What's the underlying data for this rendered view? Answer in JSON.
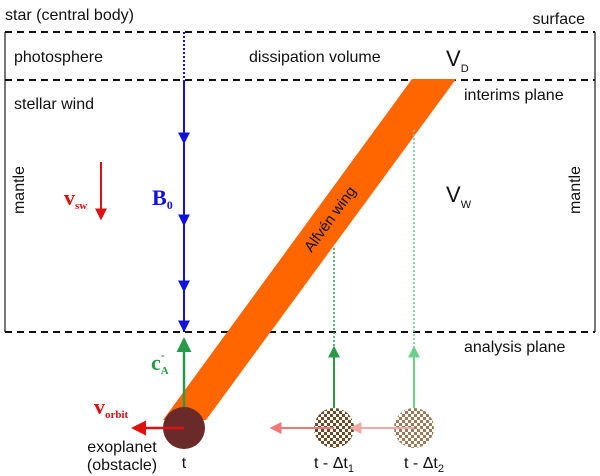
{
  "labels": {
    "star": "star (central body)",
    "surface": "surface",
    "photosphere": "photosphere",
    "dissipation_volume": "dissipation volume",
    "vd_main": "V",
    "vd_sub": "D",
    "interims_plane": "interims plane",
    "stellar_wind": "stellar wind",
    "mantle_left": "mantle",
    "mantle_right": "mantle",
    "vsw_main": "v",
    "vsw_sub": "sw",
    "b0_main": "B",
    "b0_sub": "0",
    "vw_main": "V",
    "vw_sub": "W",
    "alfven_wing": "Alfvén wing",
    "ca_main": "c",
    "ca_sub": "A",
    "ca_sup": "-",
    "analysis_plane": "analysis plane",
    "vorbit_main": "v",
    "vorbit_sub": "orbit",
    "exoplanet": "exoplanet",
    "obstacle": "(obstacle)",
    "t": "t",
    "t1_main": "t - Δt",
    "t1_sub": "1",
    "t2_main": "t - Δt",
    "t2_sub": "2"
  },
  "colors": {
    "wing": "#ff6600",
    "field": "#1111dd",
    "alfven_velocity": "#2a9a4a",
    "alfven_velocity_faint": "#6cd08c",
    "wind_velocity": "#dd1111",
    "orbit_velocity": "#dd1111",
    "planet": "#6b2a2a",
    "frame": "#777777"
  },
  "icons": {
    "planet": "filled-circle",
    "past_positions": "checkered-circle"
  }
}
